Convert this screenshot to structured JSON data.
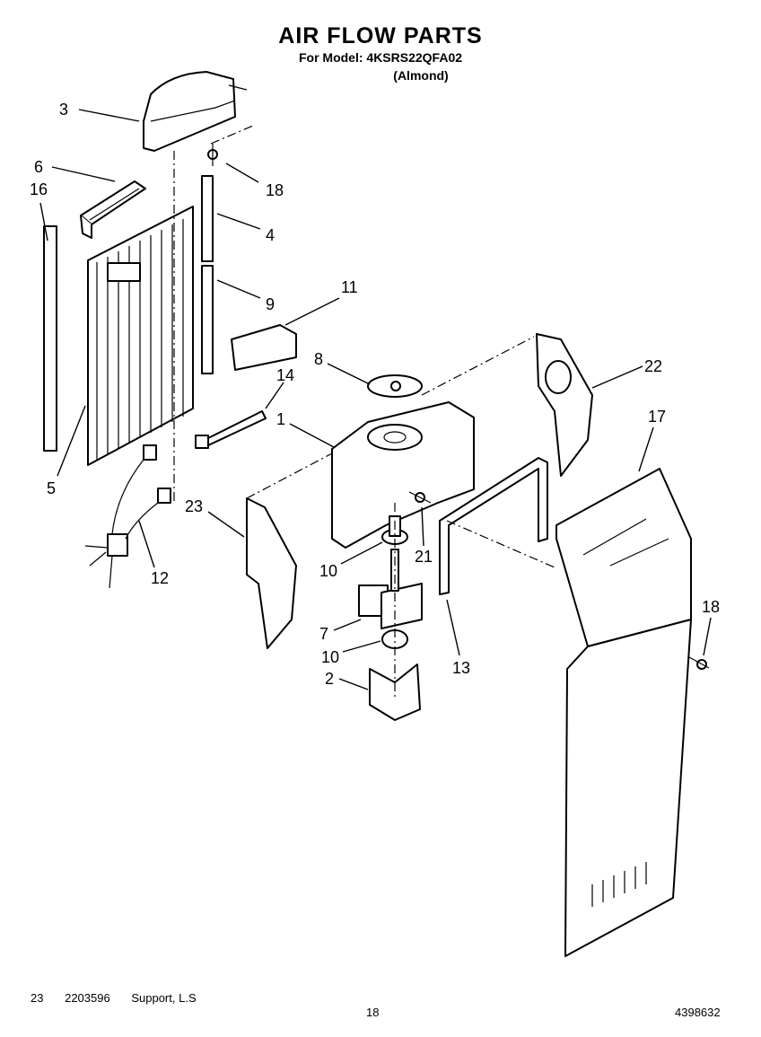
{
  "header": {
    "title": "AIR FLOW PARTS",
    "model_line": "For Model: 4KSRS22QFA02",
    "variant": "(Almond)"
  },
  "callouts": [
    "3",
    "18",
    "6",
    "16",
    "4",
    "9",
    "11",
    "5",
    "8",
    "14",
    "1",
    "22",
    "17",
    "12",
    "23",
    "10",
    "21",
    "7",
    "10",
    "2",
    "13",
    "18"
  ],
  "footer": {
    "item_no": "23",
    "part_no": "2203596",
    "description": "Support, L.S",
    "page": "18",
    "doc_no": "4398632"
  }
}
